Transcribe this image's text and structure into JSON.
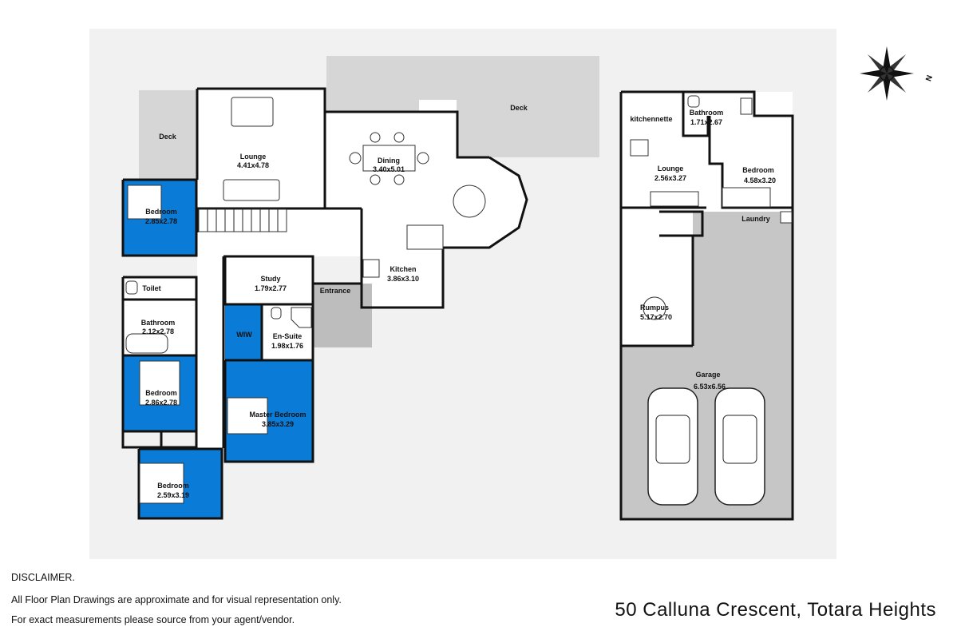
{
  "address": "50 Calluna Crescent, Totara Heights",
  "disclaimer": {
    "heading": "DISCLAIMER.",
    "line1": "All Floor Plan Drawings are approximate and for visual representation only.",
    "line2": "For exact measurements please source from your agent/vendor."
  },
  "compass": {
    "label": "N"
  },
  "rooms": {
    "deck_left": {
      "name": "Deck"
    },
    "deck_top": {
      "name": "Deck"
    },
    "lounge": {
      "name": "Lounge",
      "dims": "4.41x4.78"
    },
    "dining": {
      "name": "Dining",
      "dims": "3.40x5.01"
    },
    "bedroom1": {
      "name": "Bedroom",
      "dims": "2.85x2.78"
    },
    "toilet": {
      "name": "Toilet"
    },
    "bathroom": {
      "name": "Bathroom",
      "dims": "2.12x2.78"
    },
    "study": {
      "name": "Study",
      "dims": "1.79x2.77"
    },
    "entrance": {
      "name": "Entrance"
    },
    "kitchen": {
      "name": "Kitchen",
      "dims": "3.86x3.10"
    },
    "wiw": {
      "name": "WIW"
    },
    "ensuite": {
      "name": "En-Suite",
      "dims": "1.98x1.76"
    },
    "bedroom2": {
      "name": "Bedroom",
      "dims": "2.86x2.78"
    },
    "master": {
      "name": "Master Bedroom",
      "dims": "3.85x3.29"
    },
    "bedroom3": {
      "name": "Bedroom",
      "dims": "2.59x3.19"
    },
    "kitchennette": {
      "name": "kitchennette"
    },
    "bathroom2": {
      "name": "Bathroom",
      "dims": "1.71x2.67"
    },
    "lounge2": {
      "name": "Lounge",
      "dims": "2.56x3.27"
    },
    "bedroom4": {
      "name": "Bedroom",
      "dims": "4.58x3.20"
    },
    "laundry": {
      "name": "Laundry"
    },
    "rumpus": {
      "name": "Rumpus",
      "dims": "5.17x2.70"
    },
    "garage": {
      "name": "Garage",
      "dims": "6.53x6.56"
    }
  },
  "colors": {
    "bedroom_fill": "#0a7bd6",
    "deck_fill": "#d9d9d9",
    "background_fill": "#f1f1f1",
    "entrance_fill": "#bdbdbd",
    "garage_fill": "#c6c6c6"
  }
}
